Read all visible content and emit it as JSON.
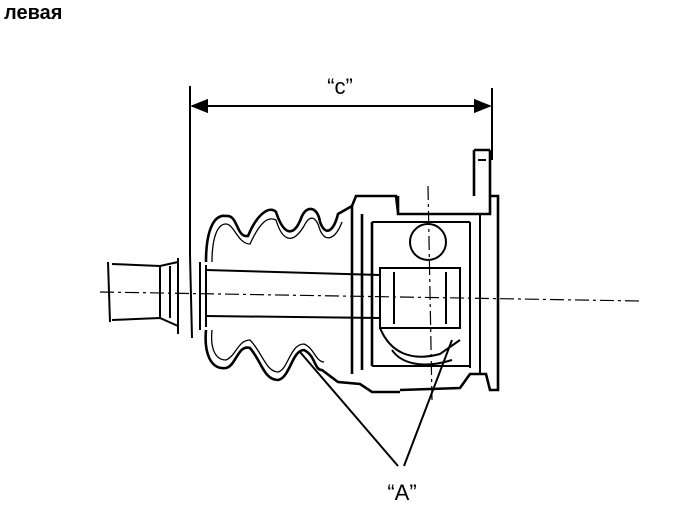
{
  "title": "левая",
  "labels": {
    "dimension": "“c”",
    "callout": "“A”"
  },
  "colors": {
    "line": "#000000",
    "background": "#ffffff"
  }
}
